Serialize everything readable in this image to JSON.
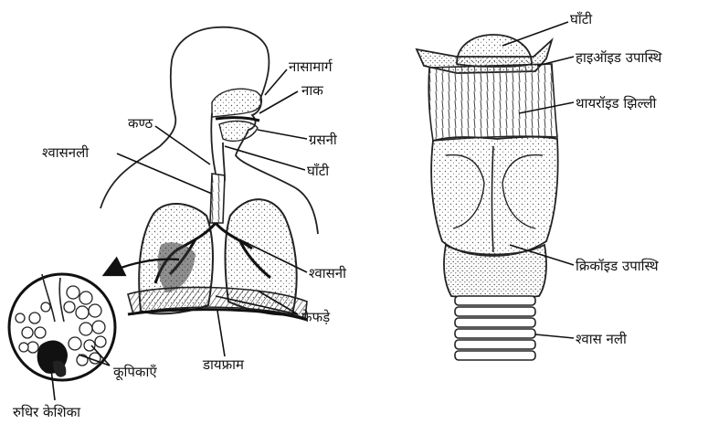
{
  "left_diagram": {
    "labels": {
      "nasal_passage": "नासामार्ग",
      "nose": "नाक",
      "throat": "कण्ठ",
      "pharynx": "ग्रसनी",
      "epiglottis": "घाँटी",
      "trachea": "श्वासनली",
      "bronchus": "श्वासनी",
      "lungs": "फेफड़े",
      "diaphragm": "डायफ्राम",
      "alveoli": "कूपिकाएँ",
      "capillary": "रुधिर केशिका"
    }
  },
  "right_diagram": {
    "labels": {
      "epiglottis": "घाँटी",
      "hyoid_cartilage": "हाइऑइड उपास्थि",
      "thyroid_membrane": "थायरॉइड झिल्ली",
      "cricoid_cartilage": "क्रिकॉइड उपास्थि",
      "windpipe": "श्वास नली"
    }
  }
}
